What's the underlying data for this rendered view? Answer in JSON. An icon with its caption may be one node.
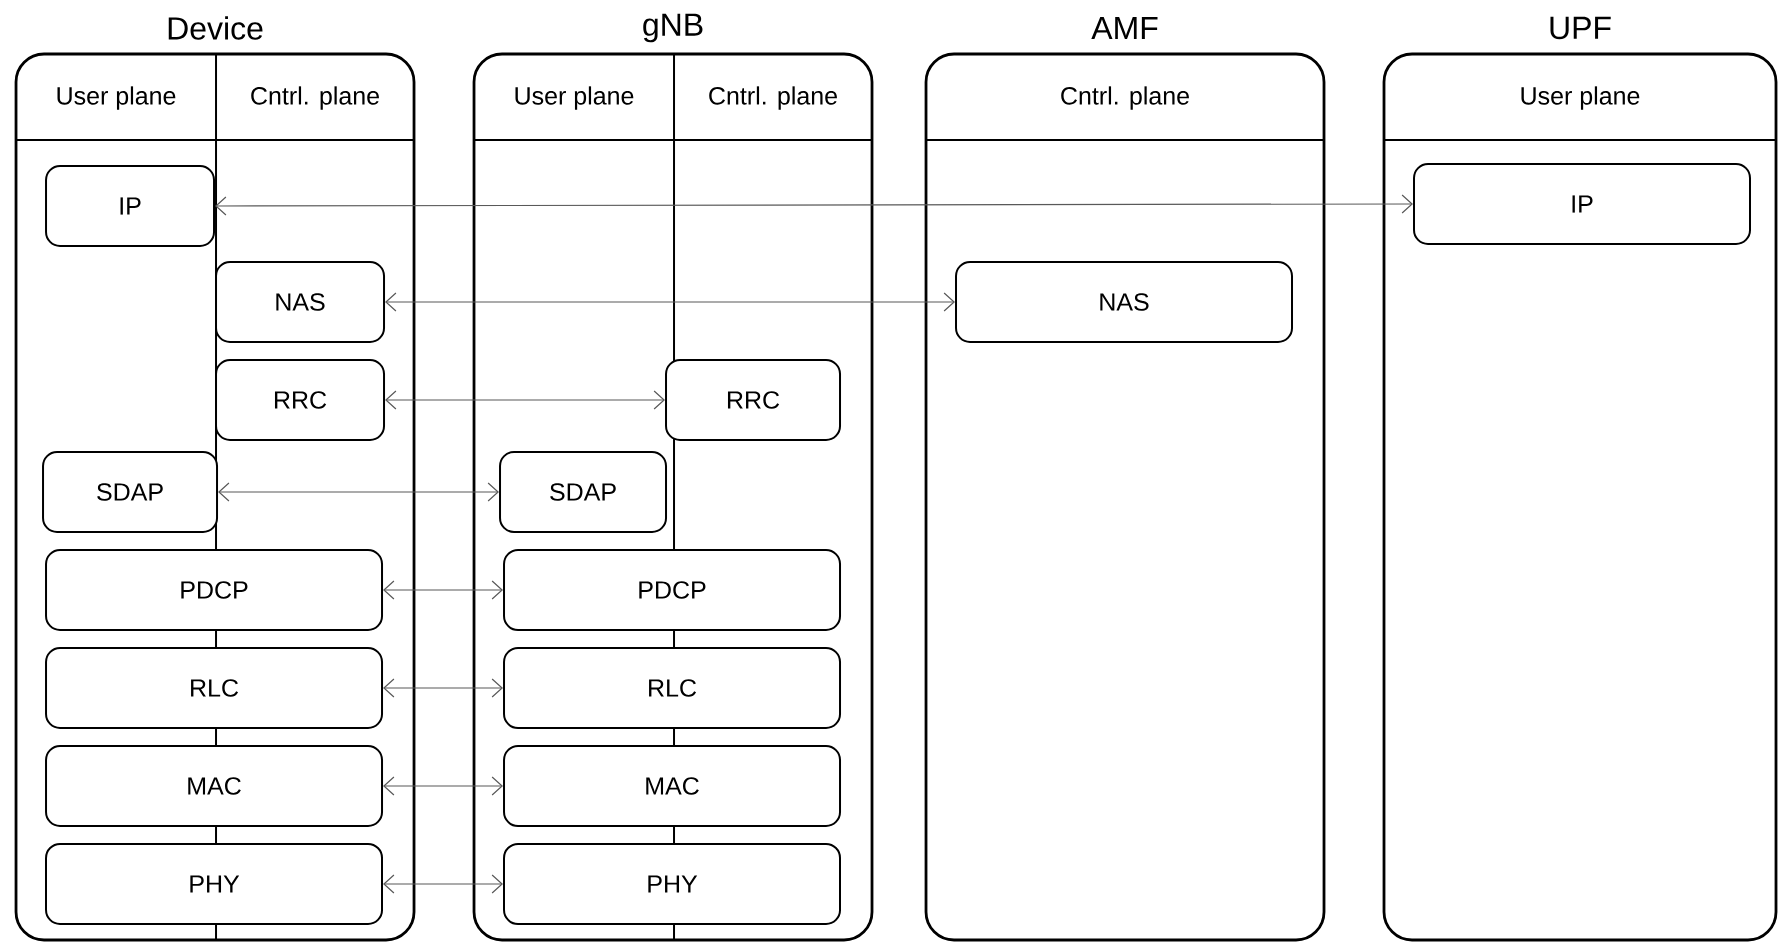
{
  "diagram": {
    "nodes": [
      {
        "text": [
          "Device",
          "User plane",
          "Cntrl. plane"
        ]
      },
      {
        "text": [
          "IP"
        ],
        "in": 0
      },
      {
        "text": [
          "NAS"
        ],
        "in": 0
      },
      {
        "text": [
          "RRC"
        ],
        "in": 0
      },
      {
        "text": [
          "SDAP"
        ],
        "in": 0
      },
      {
        "text": [
          "PDCP"
        ],
        "in": 0
      },
      {
        "text": [
          "RLC"
        ],
        "in": 0
      },
      {
        "text": [
          "MAC"
        ],
        "in": 0
      },
      {
        "text": [
          "PHY"
        ],
        "in": 0
      },
      {
        "text": [
          "gNB",
          "User plane",
          "Cntrl. plane"
        ]
      },
      {
        "text": [
          "RRC"
        ],
        "in": 9
      },
      {
        "text": [
          "SDAP"
        ],
        "in": 9
      },
      {
        "text": [
          "PDCP"
        ],
        "in": 9
      },
      {
        "text": [
          "RLC"
        ],
        "in": 9
      },
      {
        "text": [
          "MAC"
        ],
        "in": 9
      },
      {
        "text": [
          "PHY"
        ],
        "in": 9
      },
      {
        "text": [
          "AMF",
          "Cntrl. plane"
        ]
      },
      {
        "text": [
          "NAS"
        ],
        "in": 16
      },
      {
        "text": [
          "UPF",
          "User plane"
        ]
      },
      {
        "text": [
          "IP"
        ],
        "in": 18
      }
    ],
    "edges": [
      {
        "from": 1,
        "to": 19,
        "arrow": "both"
      },
      {
        "from": 2,
        "to": 17,
        "arrow": "both"
      },
      {
        "from": 3,
        "to": 10,
        "arrow": "both"
      },
      {
        "from": 4,
        "to": 11,
        "arrow": "both"
      },
      {
        "from": 5,
        "to": 12,
        "arrow": "both"
      },
      {
        "from": 6,
        "to": 13,
        "arrow": "both"
      },
      {
        "from": 7,
        "to": 14,
        "arrow": "both"
      },
      {
        "from": 8,
        "to": 15,
        "arrow": "both"
      }
    ]
  }
}
